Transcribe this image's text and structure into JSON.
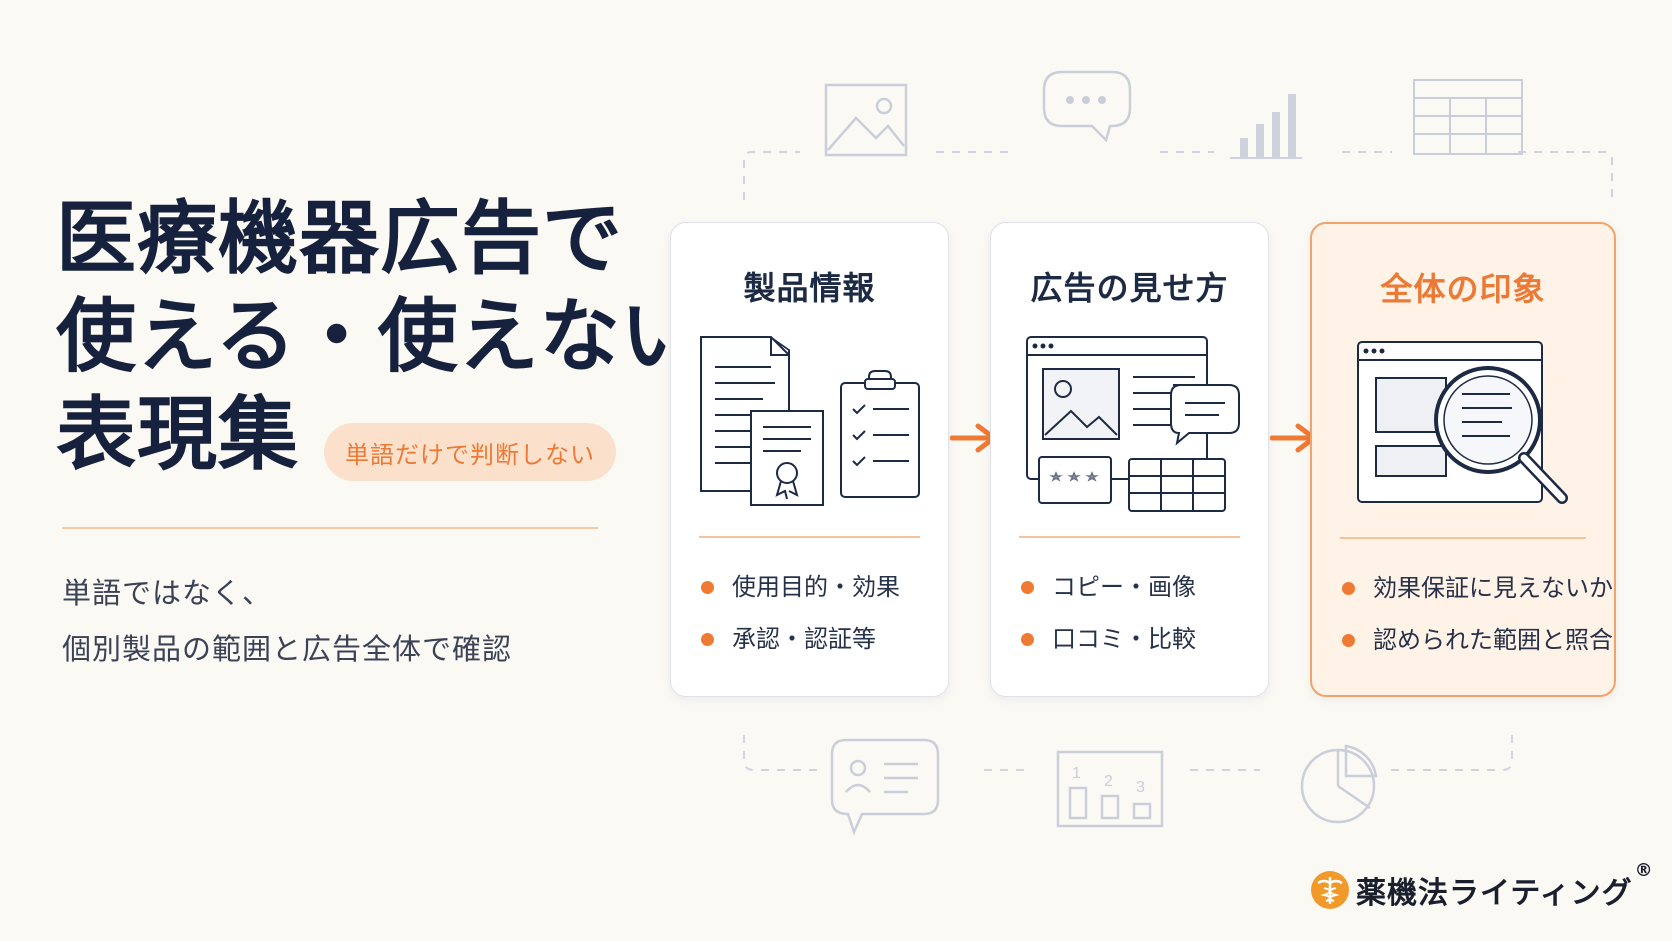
{
  "title": {
    "line1": "医療機器広告で",
    "line2": "使える・使えない",
    "line3": "表現集"
  },
  "badge": "単語だけで判断しない",
  "subtitle": {
    "line1": "単語ではなく、",
    "line2": "個別製品の範囲と広告全体で確認"
  },
  "cards": [
    {
      "title": "製品情報",
      "items": [
        "使用目的・効果",
        "承認・認証等"
      ]
    },
    {
      "title": "広告の見せ方",
      "items": [
        "コピー・画像",
        "口コミ・比較"
      ]
    },
    {
      "title": "全体の印象",
      "items": [
        "効果保証に見えないか",
        "認められた範囲と照合"
      ]
    }
  ],
  "decor_numbers": [
    "1",
    "2",
    "3"
  ],
  "logo": {
    "name": "薬機法ライティング",
    "mark": "®"
  },
  "colors": {
    "accent": "#ef7a34",
    "navy": "#15213d",
    "background": "#fbf9f4",
    "badge_bg": "#fbe1cb",
    "deco_line": "#c9ced9"
  }
}
